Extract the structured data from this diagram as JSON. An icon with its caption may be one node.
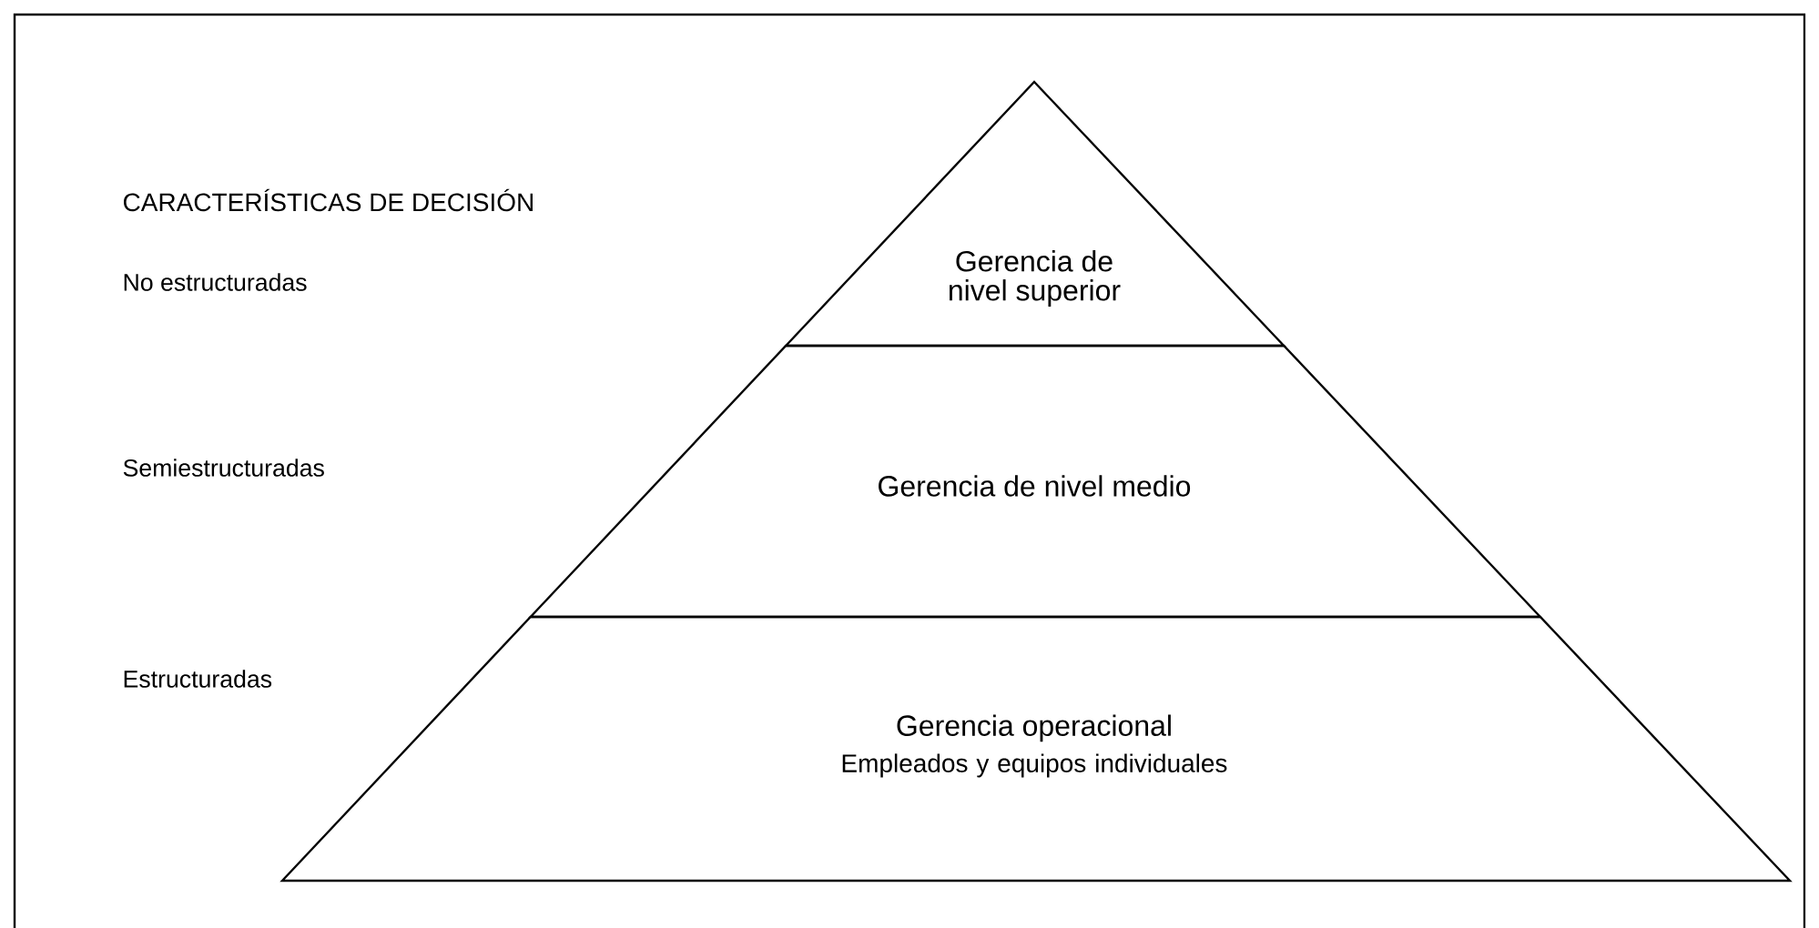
{
  "diagram": {
    "nodes": [
      {
        "text": [
          "Gerencia de nivel superior"
        ]
      },
      {
        "text": [
          "Gerencia de nivel medio"
        ]
      },
      {
        "text": [
          "Gerencia operacional",
          "Empleados y equipos individuales"
        ]
      }
    ],
    "labels": [
      "CARACTERÍSTICAS DE DECISIÓN",
      "No estructuradas",
      "Semiestructuradas",
      "Estructuradas"
    ]
  }
}
